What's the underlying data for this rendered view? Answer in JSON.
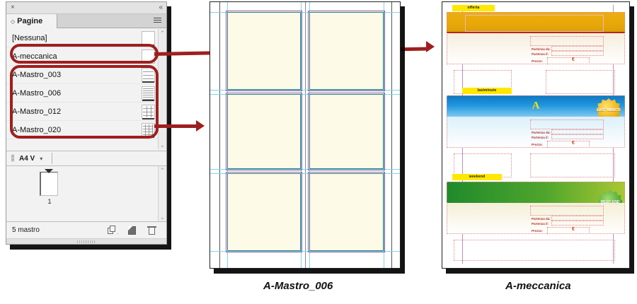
{
  "panel": {
    "close_icon": "×",
    "collapse_icon": "«",
    "tab_diamond": "◇",
    "tab_label": "Pagine",
    "menu_icon": "hamburger-menu-icon",
    "masters": [
      {
        "name": "[Nessuna]",
        "thumb": "blank"
      },
      {
        "name": "A-meccanica",
        "thumb": "blank"
      },
      {
        "name": "A-Mastro_003",
        "thumb": "rows-3"
      },
      {
        "name": "A-Mastro_006",
        "thumb": "rows-6"
      },
      {
        "name": "A-Mastro_012",
        "thumb": "grid-12"
      },
      {
        "name": "A-Mastro_020",
        "thumb": "grid-20"
      }
    ],
    "page_size": {
      "value": "A4 V",
      "caret": "▾"
    },
    "document_pages": [
      {
        "number": "1"
      }
    ],
    "footer": {
      "status": "5 mastro",
      "icons": [
        "new-master-page-icon",
        "new-page-icon",
        "delete-page-icon"
      ]
    }
  },
  "annotations": {
    "highlight_meccanica": "A-meccanica",
    "highlight_group": "A-Mastro group",
    "arrow_long": "A-meccanica to A-meccanica master page",
    "arrow_short": "A-Mastro group to A-Mastro_006 spread"
  },
  "documents": {
    "mastro": {
      "caption": "A-Mastro_006",
      "frame_rows": 3,
      "frame_cols": 2,
      "frame_fill": "#fdfbe7",
      "frame_stroke": "#2e7f7f"
    },
    "meccanica": {
      "caption": "A-meccanica",
      "sections": [
        {
          "tag": "offerta",
          "band_color": "#e8a708",
          "letter": "",
          "badge": "",
          "fields": [
            "Partenza da:",
            "Partenza il:",
            "Prezzo:"
          ],
          "currency": "€"
        },
        {
          "tag": "lastminute",
          "band_color": "#1e95de",
          "letter": "A",
          "badge": "LAST MINUTE",
          "fields": [
            "Partenza da:",
            "Partenza il:",
            "Prezzo:"
          ],
          "currency": "€"
        },
        {
          "tag": "weekend",
          "band_color": "#4fa52d",
          "letter": "",
          "badge": "WEEK END",
          "fields": [
            "Partenza da:",
            "Partenza il:",
            "Prezzo:"
          ],
          "currency": "€"
        }
      ]
    }
  },
  "colors": {
    "annotation_red": "#9e1f1f",
    "panel_bg": "#f2f2f2",
    "guide_cyan": "#7fd6e8",
    "margin_purple": "#b98fc4",
    "label_yellow": "#ffe800"
  }
}
